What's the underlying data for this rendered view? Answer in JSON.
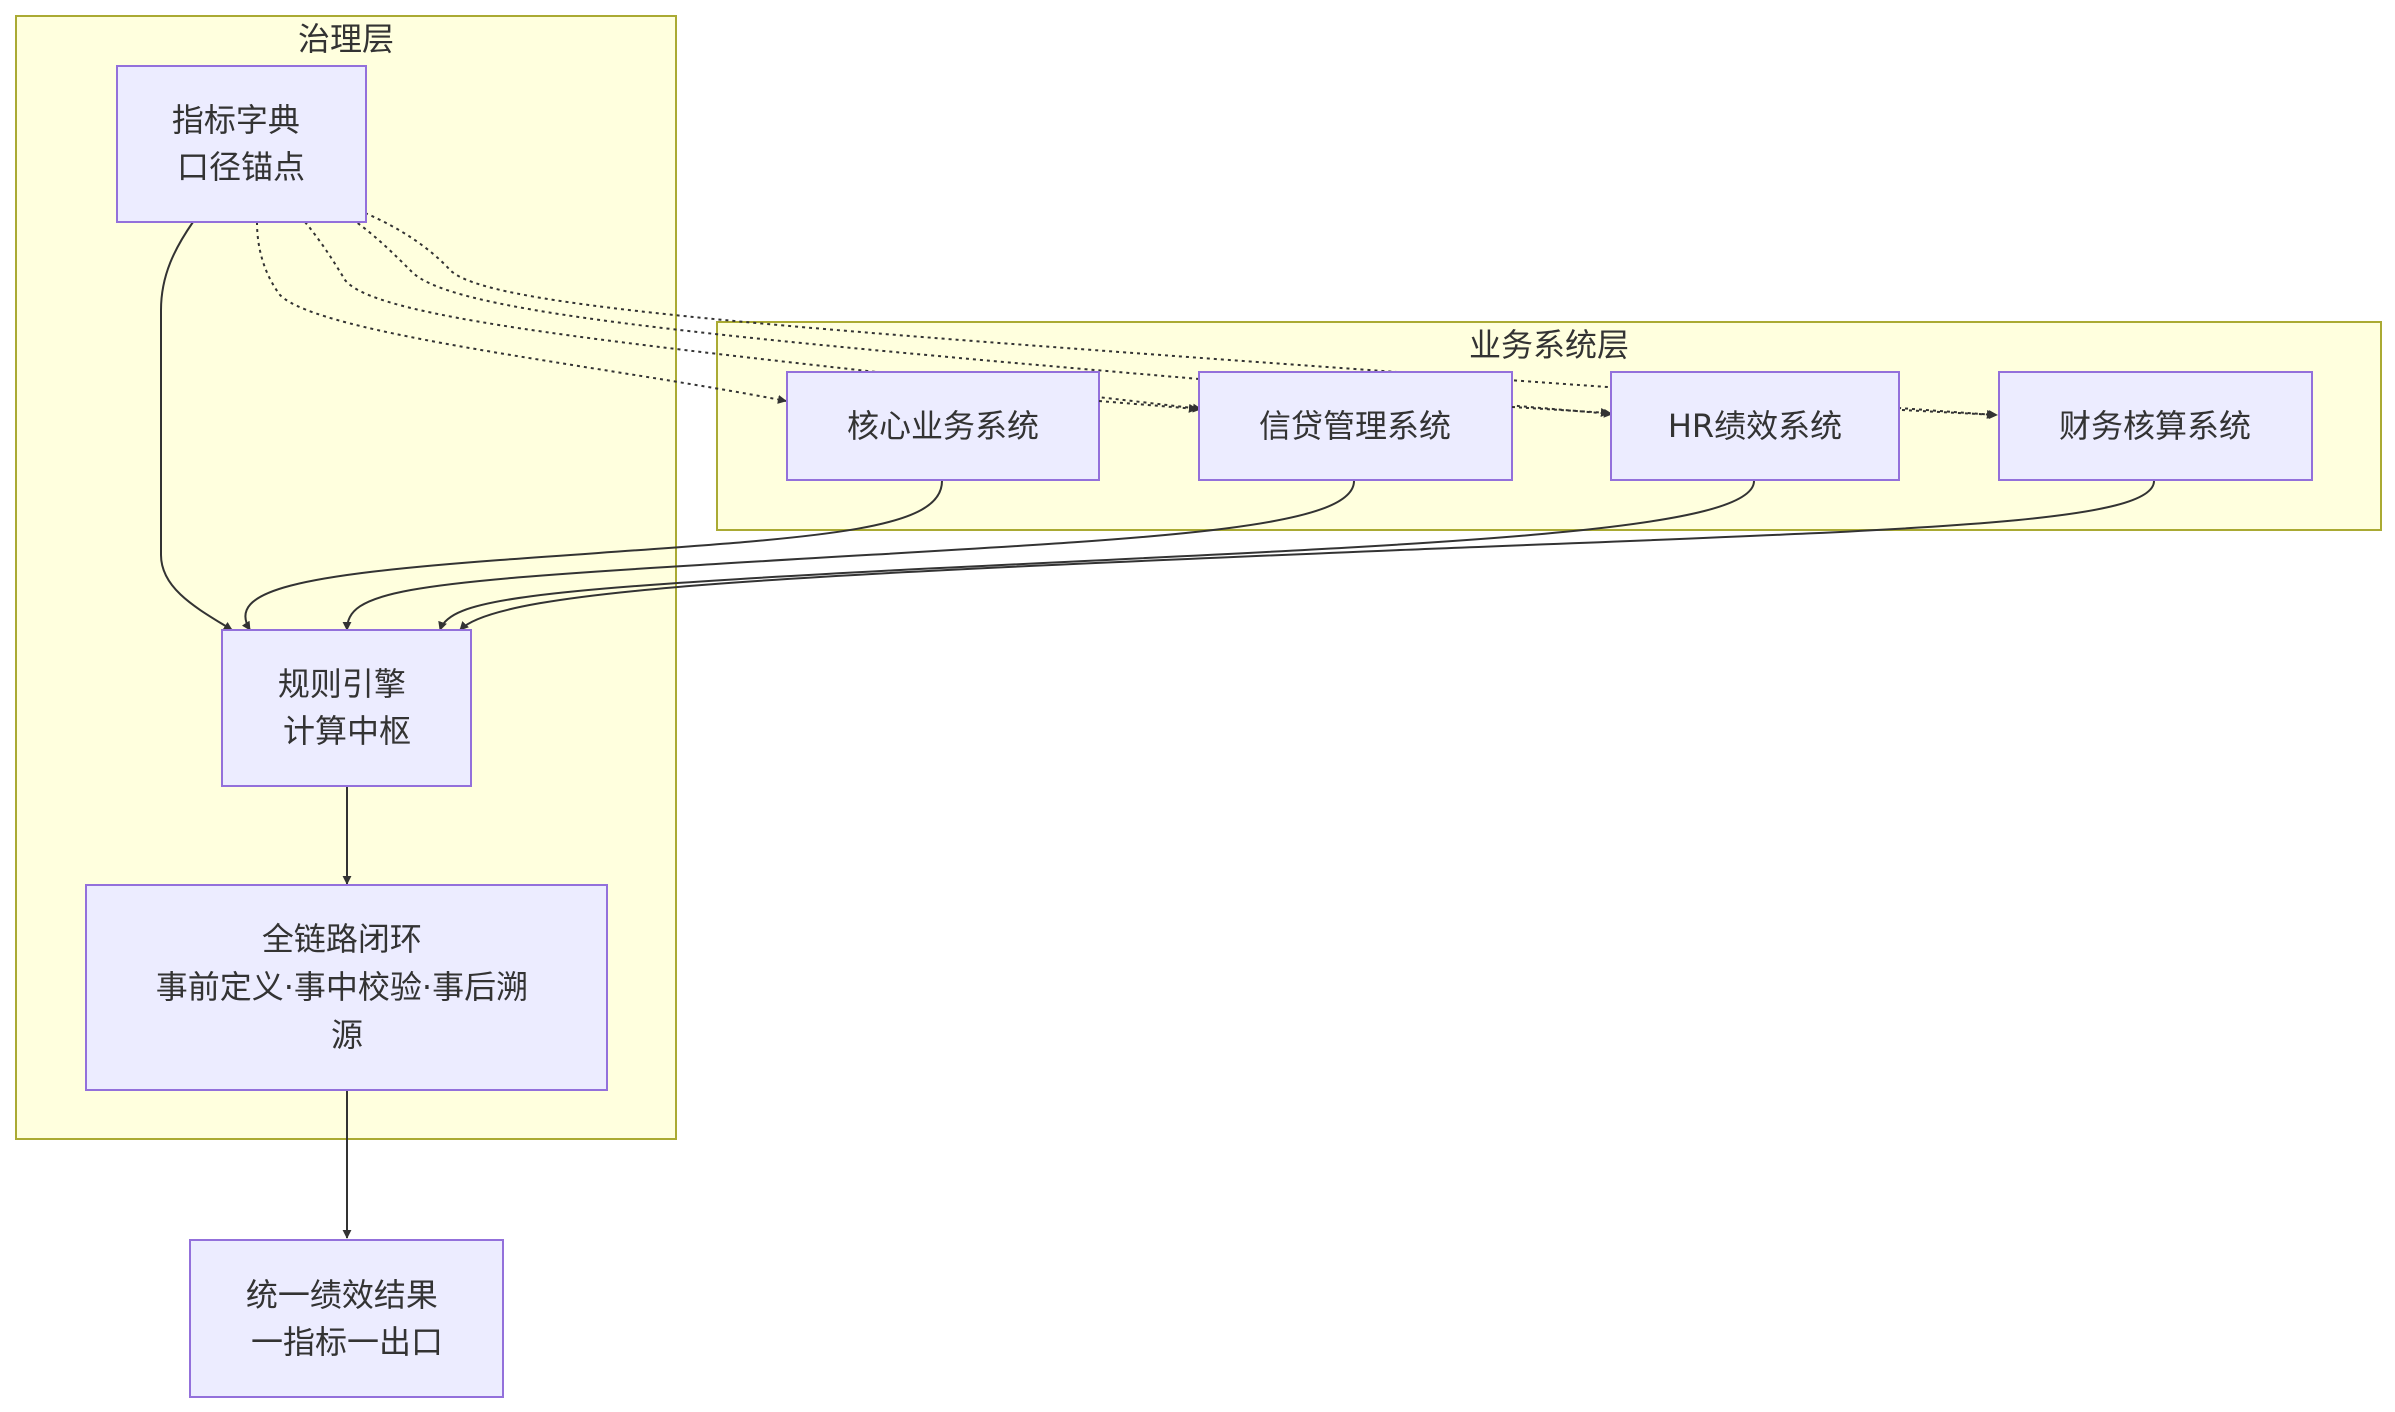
{
  "clusters": {
    "governance": {
      "title": "治理层"
    },
    "business": {
      "title": "业务系统层"
    }
  },
  "nodes": {
    "dictionary": {
      "lines": [
        "指标字典",
        "口径锚点"
      ]
    },
    "rules": {
      "lines": [
        "规则引擎",
        "计算中枢"
      ]
    },
    "closed_loop": {
      "lines": [
        "全链路闭环",
        "事前定义·事中校验·事后溯",
        "源"
      ]
    },
    "result": {
      "lines": [
        "统一绩效结果",
        "一指标一出口"
      ]
    },
    "core": {
      "lines": [
        "核心业务系统"
      ]
    },
    "credit": {
      "lines": [
        "信贷管理系统"
      ]
    },
    "hr": {
      "lines": [
        "HR绩效系统"
      ]
    },
    "finance": {
      "lines": [
        "财务核算系统"
      ]
    }
  },
  "edges": [
    {
      "from": "dictionary",
      "to": "core",
      "style": "dotted"
    },
    {
      "from": "dictionary",
      "to": "credit",
      "style": "dotted"
    },
    {
      "from": "dictionary",
      "to": "hr",
      "style": "dotted"
    },
    {
      "from": "dictionary",
      "to": "finance",
      "style": "dotted"
    },
    {
      "from": "dictionary",
      "to": "rules",
      "style": "solid"
    },
    {
      "from": "core",
      "to": "rules",
      "style": "solid"
    },
    {
      "from": "credit",
      "to": "rules",
      "style": "solid"
    },
    {
      "from": "hr",
      "to": "rules",
      "style": "solid"
    },
    {
      "from": "finance",
      "to": "rules",
      "style": "solid"
    },
    {
      "from": "rules",
      "to": "closed_loop",
      "style": "solid"
    },
    {
      "from": "closed_loop",
      "to": "result",
      "style": "solid"
    }
  ],
  "colors": {
    "cluster_fill": "#ffffde",
    "cluster_stroke": "#aaaa33",
    "node_fill": "#ececff",
    "node_stroke": "#9370db",
    "edge": "#333333",
    "text": "#333333"
  }
}
